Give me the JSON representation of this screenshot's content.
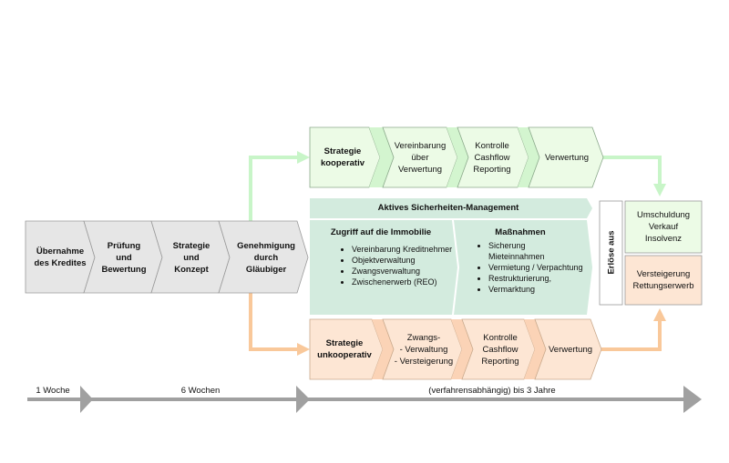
{
  "colors": {
    "gray_fill": "#e6e6e6",
    "gray_stroke": "#9a9a9a",
    "green_fill": "#ecfbe6",
    "green_stroke": "#8aa88a",
    "green_arrow": "#c8f5c8",
    "mint_fill": "#d3ebde",
    "orange_fill": "#fde6d4",
    "orange_stroke": "#c9a98c",
    "orange_arrow": "#f9c89a",
    "timeline": "#a0a0a0"
  },
  "process": [
    {
      "lines": [
        "Übernahme",
        "des Kredites"
      ]
    },
    {
      "lines": [
        "Prüfung",
        "und",
        "Bewertung"
      ]
    },
    {
      "lines": [
        "Strategie",
        "und",
        "Konzept"
      ]
    },
    {
      "lines": [
        "Genehmigung",
        "durch",
        "Gläubiger"
      ]
    }
  ],
  "cooperative": [
    {
      "lines": [
        "Strategie",
        "kooperativ"
      ],
      "bold": true
    },
    {
      "lines": [
        "Vereinbarung",
        "über",
        "Verwertung"
      ],
      "bold": false
    },
    {
      "lines": [
        "Kontrolle",
        "Cashflow",
        "Reporting"
      ],
      "bold": false
    },
    {
      "lines": [
        "Verwertung"
      ],
      "bold": false
    }
  ],
  "uncooperative": [
    {
      "lines": [
        "Strategie",
        "unkooperativ"
      ],
      "bold": true
    },
    {
      "lines": [
        "Zwangs-",
        "- Verwaltung",
        "- Versteigerung"
      ],
      "bold": false
    },
    {
      "lines": [
        "Kontrolle",
        "Cashflow",
        "Reporting"
      ],
      "bold": false
    },
    {
      "lines": [
        "Verwertung"
      ],
      "bold": false
    }
  ],
  "management": {
    "title": "Aktives Sicherheiten-Management",
    "left_title": "Zugriff auf die Immobilie",
    "left_items": [
      "Vereinbarung Kreditnehmer",
      "Objektverwaltung",
      "Zwangsverwaltung",
      "Zwischenerwerb (REO)"
    ],
    "right_title": "Maßnahmen",
    "right_items": [
      "Sicherung Mieteinnahmen",
      "Vermietung / Verpachtung",
      "Restrukturierung,",
      "Vermarktung"
    ]
  },
  "proceeds": {
    "label": "Erlöse aus",
    "upper": [
      "Umschuldung",
      "Verkauf",
      "Insolvenz"
    ],
    "lower": [
      "Versteigerung",
      "Rettungserwerb"
    ]
  },
  "timeline": [
    "1 Woche",
    "6 Wochen",
    "(verfahrensabhängig) bis 3 Jahre"
  ]
}
